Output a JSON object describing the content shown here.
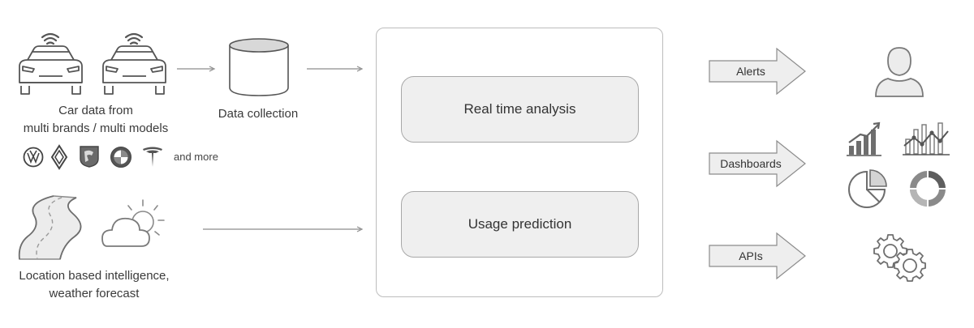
{
  "sources": {
    "car_label_line1": "Car data from",
    "car_label_line2": "multi brands / multi models",
    "brands_more": "and more",
    "location_label_line1": "Location based intelligence,",
    "location_label_line2": "weather forecast"
  },
  "collection": {
    "label": "Data collection"
  },
  "processing": {
    "realtime_label": "Real time analysis",
    "prediction_label": "Usage prediction"
  },
  "outputs": {
    "alerts": "Alerts",
    "dashboards": "Dashboards",
    "apis": "APIs"
  },
  "icons": {
    "car": "car-icon",
    "signal": "wifi-signal-icon",
    "database": "database-icon",
    "road": "road-icon",
    "weather": "weather-icon",
    "user": "user-icon",
    "bar_chart": "bar-chart-icon",
    "line_chart": "line-chart-icon",
    "pie_chart": "pie-chart-icon",
    "donut_chart": "donut-chart-icon",
    "gears": "gears-icon"
  },
  "colors": {
    "stroke": "#8c8c8c",
    "fill_light": "#eeeeee",
    "stage_fill": "#efefef"
  }
}
